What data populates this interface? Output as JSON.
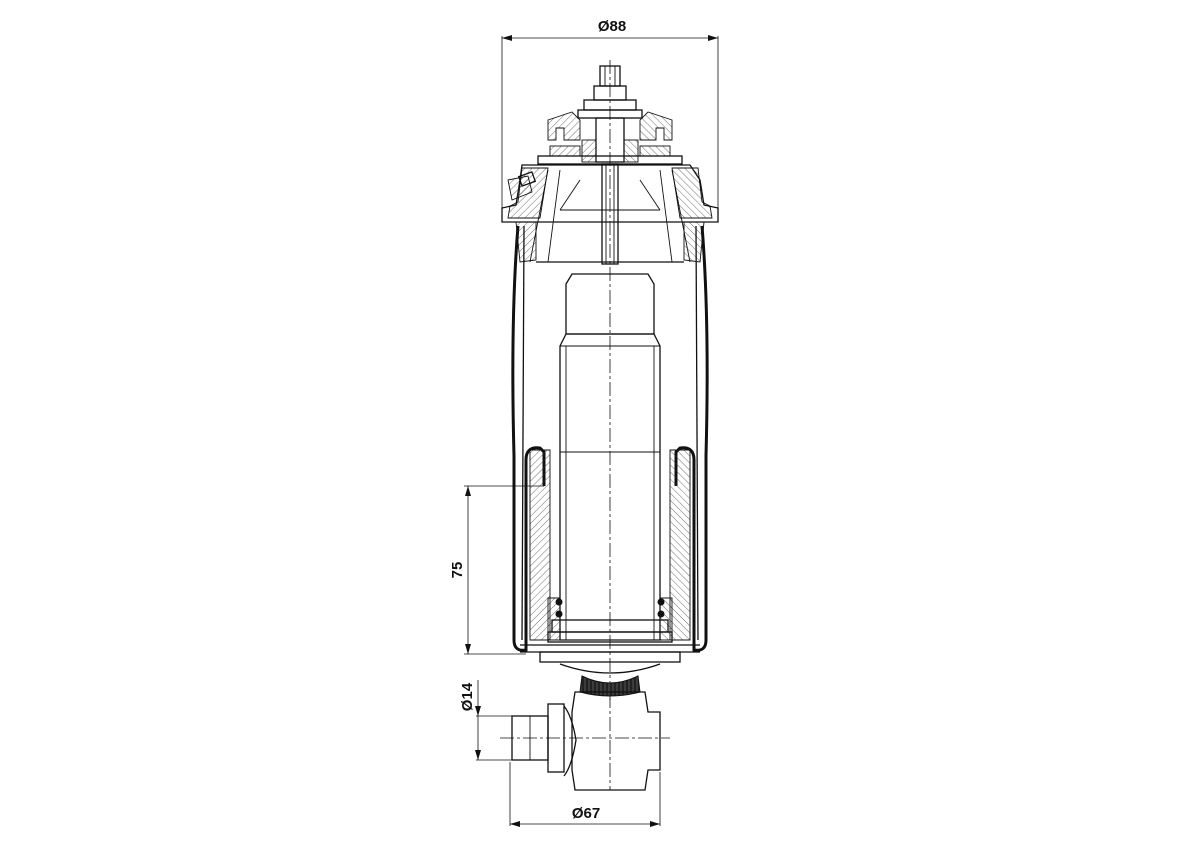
{
  "dimensions": {
    "top_diameter": "Ø88",
    "stroke_length": "75",
    "pin_diameter": "Ø14",
    "bottom_diameter": "Ø67"
  }
}
